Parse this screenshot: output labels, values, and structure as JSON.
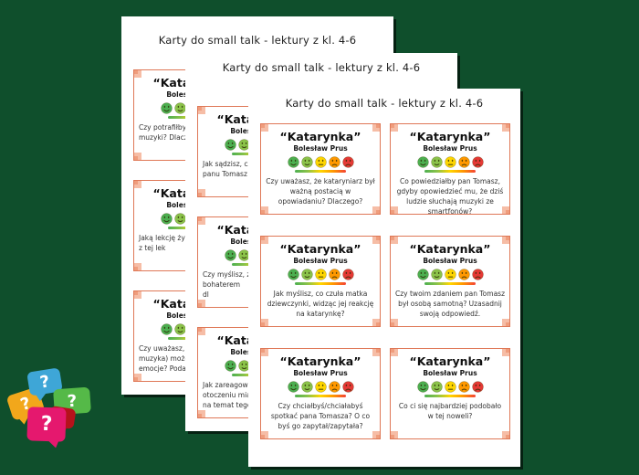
{
  "colors": {
    "background": "#0f4f2c",
    "page_bg": "#ffffff",
    "card_border": "#df7857",
    "card_corner": "#ef9d7d",
    "card_corner_light": "#f6bda6"
  },
  "pages": {
    "title": "Karty do small talk - lektury z kl. 4-6"
  },
  "card_header": {
    "title": "“Katarynka”",
    "author": "Bolesław Prus"
  },
  "emoji_scale": {
    "faces": [
      {
        "name": "very-happy-face",
        "color": "#4caf50",
        "mouth": "big-smile"
      },
      {
        "name": "happy-face",
        "color": "#8bc34a",
        "mouth": "smile"
      },
      {
        "name": "neutral-face",
        "color": "#ffd600",
        "mouth": "neutral"
      },
      {
        "name": "unhappy-face",
        "color": "#ff9800",
        "mouth": "frown"
      },
      {
        "name": "angry-face",
        "color": "#e53935",
        "mouth": "big-frown"
      }
    ],
    "gradient": [
      "#4caf50",
      "#8bc34a",
      "#ffd600",
      "#ff9800",
      "#f44336"
    ]
  },
  "front_page": {
    "cards": [
      {
        "question": "Czy uważasz, że kataryniarz był ważną postacią w opowiadaniu? Dlaczego?"
      },
      {
        "question": "Co powiedziałby pan Tomasz, gdyby opowiedzieć mu, że dziś ludzie słuchają muzyki ze smartfonów?"
      },
      {
        "question": "Jak myślisz, co czuła matka dziewczynki, widząc jej reakcję na katarynkę?"
      },
      {
        "question": "Czy twoim zdaniem pan Tomasz był osobą samotną? Uzasadnij swoją odpowiedź."
      },
      {
        "question": "Czy chciałbyś/chciałabyś spotkać pana Tomasza? O co byś go zapytał/zapytała?"
      },
      {
        "question": "Co ci się najbardziej podobało w tej noweli?"
      }
    ]
  },
  "middle_page": {
    "visible_card_fragments": [
      {
        "lines": [
          "Jak sądzisz, cz",
          "panu Tomasz"
        ]
      },
      {
        "lines": [
          "Czy myślisz, ż",
          "bohaterem",
          "dl"
        ]
      },
      {
        "lines": [
          "Jak zareagowa",
          "otoczeniu mia",
          "na temat tego"
        ]
      }
    ]
  },
  "back_page": {
    "visible_card_fragments": [
      {
        "lines": [
          "Czy potrafiłbyś/po",
          "muzyki? Dlaczego t"
        ]
      },
      {
        "lines": [
          "Jaką lekcję życiow",
          "z tej lek"
        ]
      },
      {
        "lines": [
          "Czy uważasz, ż",
          "muzyka) może wp",
          "emocje? Poda"
        ]
      }
    ]
  },
  "logo": {
    "question_mark": "?",
    "bubbles": [
      {
        "name": "orange-bubble",
        "color": "#f2a71b"
      },
      {
        "name": "blue-bubble",
        "color": "#3ea6d7"
      },
      {
        "name": "green-bubble",
        "color": "#55b948"
      },
      {
        "name": "dark-red-bubble",
        "color": "#b5121b"
      },
      {
        "name": "pink-bubble",
        "color": "#e5186e"
      }
    ]
  }
}
